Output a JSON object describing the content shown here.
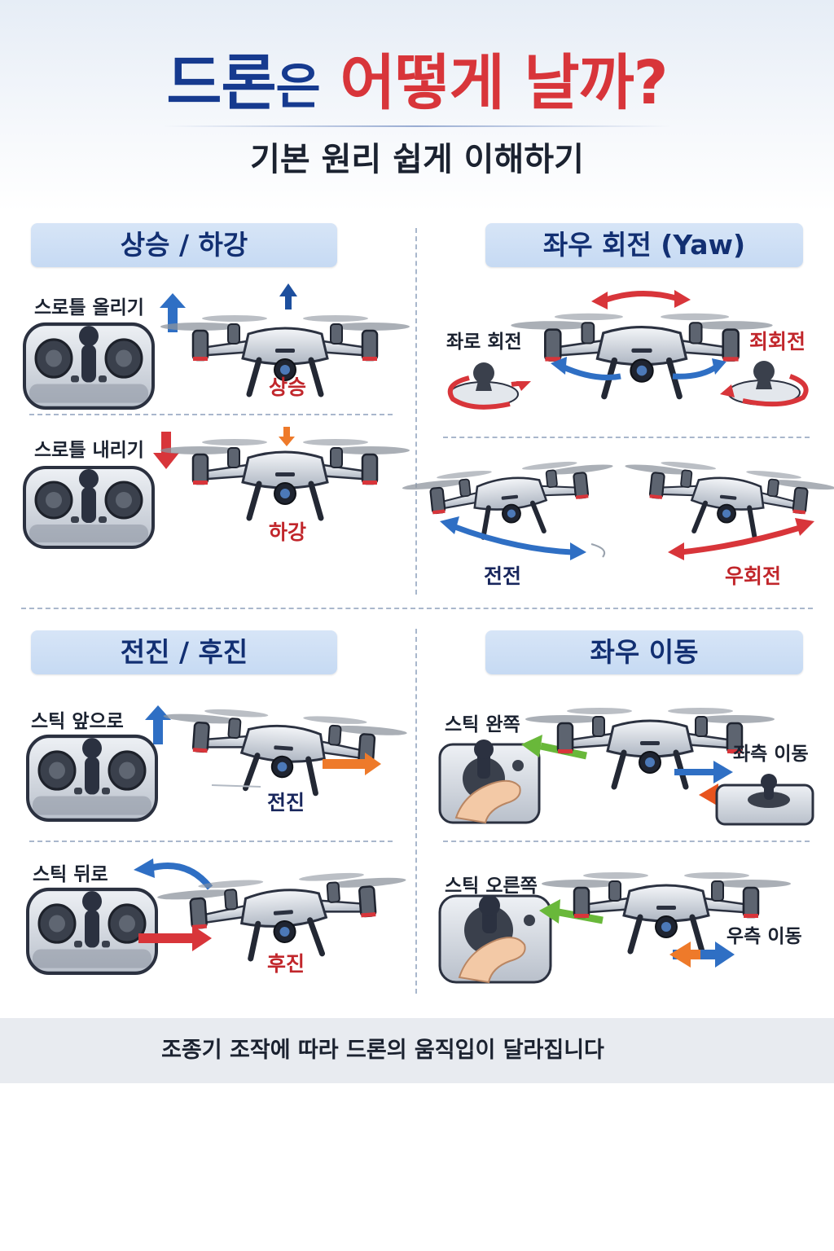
{
  "header": {
    "title_part1": "드론",
    "title_part2": "은",
    "title_part3": "어떻게 날까?",
    "subtitle": "기본 원리 쉽게 이해하기"
  },
  "panels": {
    "updown": {
      "title": "상승 / 하강",
      "up": {
        "instruction": "스로틀 올리기",
        "result": "상승"
      },
      "down": {
        "instruction": "스로틀 내리기",
        "result": "하강"
      }
    },
    "yaw": {
      "title": "좌우 회전 (Yaw)",
      "left_label": "좌로 회전",
      "right_label": "죄회전",
      "left_result": "전전",
      "right_result": "우회전"
    },
    "forward_back": {
      "title": "전진 / 후진",
      "forward": {
        "instruction": "스틱 앞으로",
        "result": "전진"
      },
      "back": {
        "instruction": "스틱 뒤로",
        "result": "후진"
      }
    },
    "lateral": {
      "title": "좌우 이동",
      "left": {
        "instruction": "스틱 완쪽",
        "result": "좌측 이동"
      },
      "right": {
        "instruction": "스틱 오른쪽",
        "result": "우측 이동"
      }
    }
  },
  "footer": {
    "text": "조종기 조작에 따라 드론의 움직입이 달라집니다"
  },
  "colors": {
    "title_navy": "#163a8f",
    "title_red": "#d8353a",
    "pill_bg": "#cddff5",
    "arrow_blue": "#2f6fc4",
    "arrow_red": "#d8353a",
    "arrow_orange": "#ee7a2a",
    "arrow_green": "#69b83a"
  },
  "icons": [
    "controller-icon",
    "drone-icon",
    "joystick-icon",
    "hand-icon",
    "arrow-icon",
    "rotation-arrow-icon"
  ]
}
